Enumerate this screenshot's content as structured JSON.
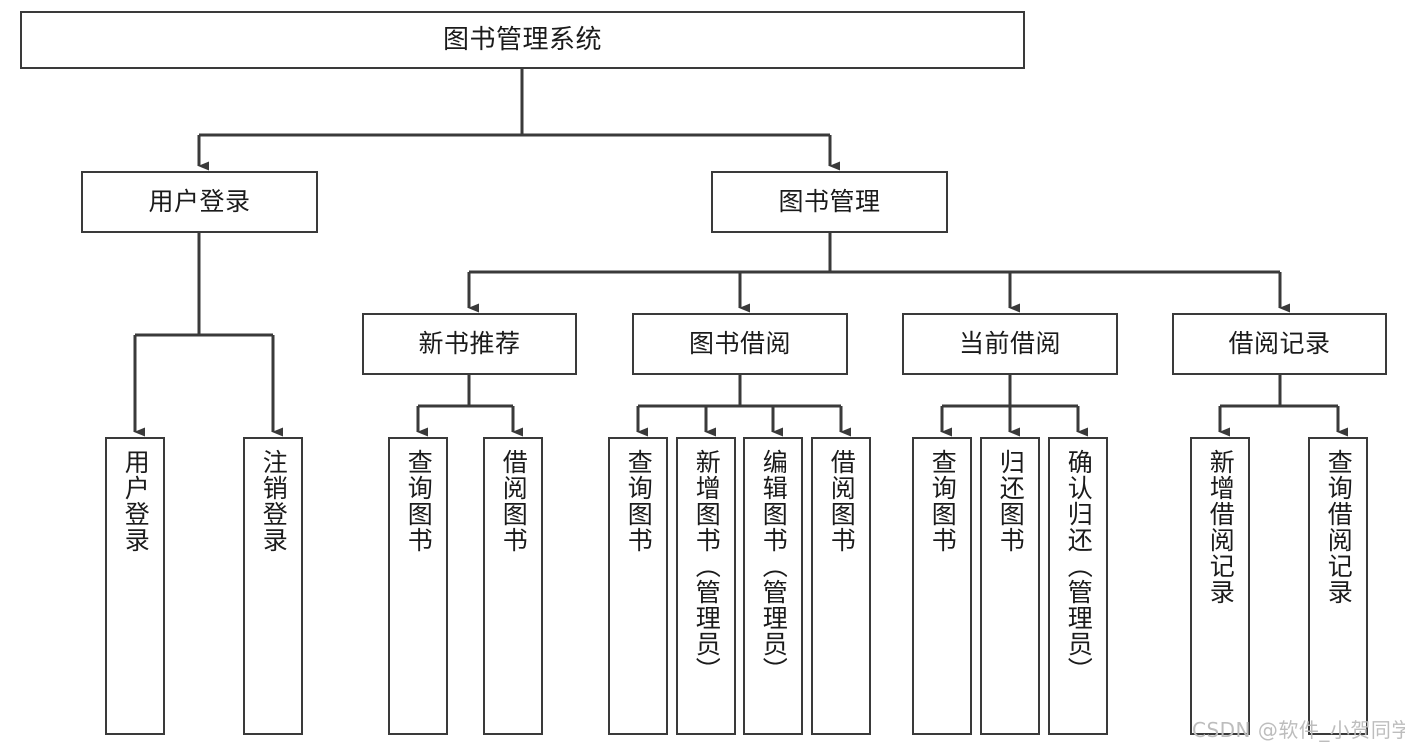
{
  "diagram": {
    "type": "tree-hierarchy",
    "title": "图书管理系统",
    "orientation": "top-down",
    "colors": {
      "box_border": "#3a3a3a",
      "box_fill": "#ffffff",
      "edge": "#3a3a3a",
      "text": "#1b1b1b",
      "watermark": "#bdbdbd",
      "background": "#ffffff"
    },
    "levels": {
      "root": {
        "label": "图书管理系统"
      },
      "level2": [
        {
          "label": "用户登录"
        },
        {
          "label": "图书管理"
        }
      ],
      "level3": [
        {
          "label": "新书推荐"
        },
        {
          "label": "图书借阅"
        },
        {
          "label": "当前借阅"
        },
        {
          "label": "借阅记录"
        }
      ],
      "leaves": {
        "user_login": [
          {
            "label": "用户登录"
          },
          {
            "label": "注销登录"
          }
        ],
        "new_book_recommend": [
          {
            "label": "查询图书"
          },
          {
            "label": "借阅图书"
          }
        ],
        "book_borrow": [
          {
            "label": "查询图书"
          },
          {
            "label": "新增图书（管理员）"
          },
          {
            "label": "编辑图书（管理员）"
          },
          {
            "label": "借阅图书"
          }
        ],
        "current_borrow": [
          {
            "label": "查询图书"
          },
          {
            "label": "归还图书"
          },
          {
            "label": "确认归还（管理员）"
          }
        ],
        "borrow_record": [
          {
            "label": "新增借阅记录"
          },
          {
            "label": "查询借阅记录"
          }
        ]
      }
    }
  },
  "watermark": {
    "text": "CSDN @软件_小贺同学"
  }
}
